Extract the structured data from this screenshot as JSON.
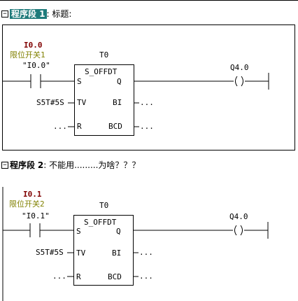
{
  "segments": [
    {
      "expand_icon": "collapse-minus-icon",
      "label": "程序段 1",
      "title_sep": ": ",
      "title": "标题:",
      "contact": {
        "address": "I0.0",
        "symbol": "限位开关1",
        "operand": "\"I0.0\""
      },
      "timer_name": "T0",
      "block_type": "S_OFFDT",
      "pins": {
        "s": "S",
        "q": "Q",
        "tv": "TV",
        "bi": "BI",
        "r": "R",
        "bcd": "BCD"
      },
      "tv_value": "S5T#5S",
      "r_value": "...",
      "bi_out": "...",
      "bcd_out": "...",
      "coil": {
        "address": "Q4.0",
        "symbol": "( )"
      }
    },
    {
      "expand_icon": "collapse-minus-icon",
      "label": "程序段",
      "number": "2",
      "title_sep": ": ",
      "title": "不能用.........为啥？？？",
      "contact": {
        "address": "I0.1",
        "symbol": "限位开关2",
        "operand": "\"I0.1\""
      },
      "timer_name": "T0",
      "block_type": "S_OFFDT",
      "pins": {
        "s": "S",
        "q": "Q",
        "tv": "TV",
        "bi": "BI",
        "r": "R",
        "bcd": "BCD"
      },
      "tv_value": "S5T#5S",
      "r_value": "...",
      "bi_out": "...",
      "bcd_out": "...",
      "coil": {
        "address": "Q4.0",
        "symbol": "( )"
      }
    }
  ]
}
